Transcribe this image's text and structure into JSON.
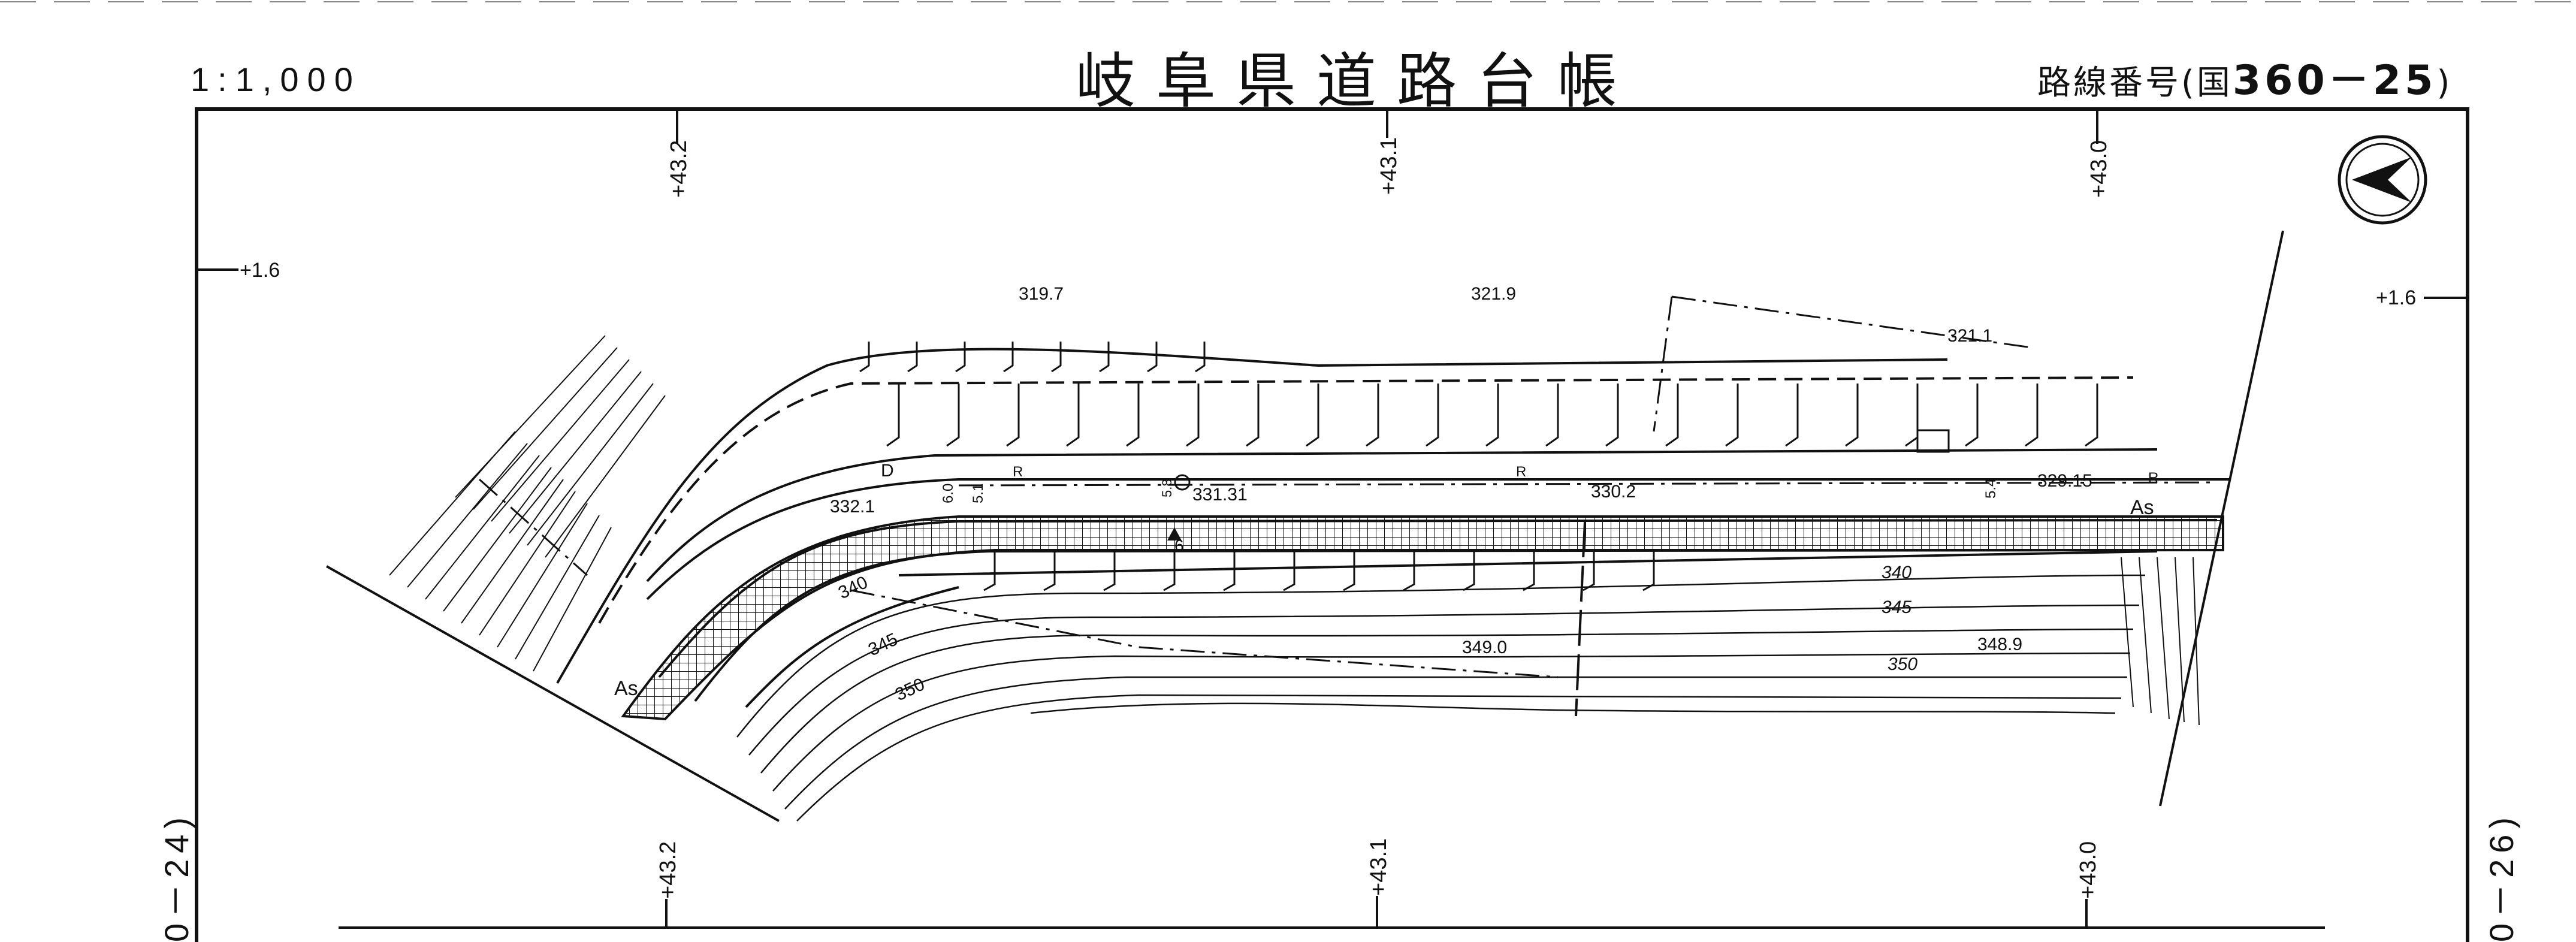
{
  "header": {
    "scale": "1:1,000",
    "title": "岐阜県道路台帳",
    "route_prefix": "路線番号(国",
    "route_number": "360－25",
    "route_suffix": ")"
  },
  "adjacent_sheets": {
    "left": "0－24)",
    "right": "0－26)"
  },
  "stations": {
    "top": [
      "+43.2",
      "+43.1",
      "+43.0"
    ],
    "bottom": [
      "+43.2",
      "+43.1",
      "+43.0"
    ],
    "left_offset": "+1.6",
    "right_offset": "+1.6"
  },
  "elevations": {
    "spot_heights": [
      "319.7",
      "321.9",
      "321.1",
      "332.1",
      "331.31",
      "330.2",
      "329.15",
      "349.0",
      "348.9"
    ],
    "contours": [
      "340",
      "345",
      "350",
      "340",
      "345",
      "350"
    ]
  },
  "road": {
    "surface_left": "As",
    "surface_right": "As",
    "widths": [
      "6.0",
      "5.1",
      "5.4"
    ],
    "curve_marks": [
      "R",
      "R",
      "R"
    ],
    "ditch": "D",
    "benchmark_no": "6",
    "center_pt": "5.8"
  },
  "colors": {
    "ink": "#111111",
    "paper": "#ffffff"
  },
  "icons": [
    "north-arrow-icon"
  ]
}
